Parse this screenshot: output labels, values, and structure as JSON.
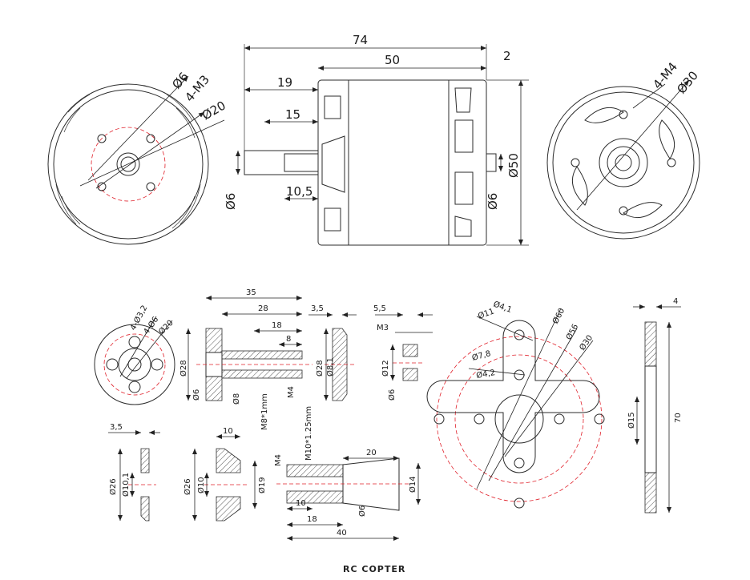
{
  "logo": {
    "text": "RC COPTER"
  },
  "colors": {
    "line": "#2b2b2b",
    "centerline": "#e0202a",
    "background": "#ffffff"
  },
  "views": {
    "front_left": {
      "d6": "Ø6",
      "m3": "4-M3",
      "d20": "Ø20"
    },
    "side": {
      "d74": "74",
      "d50": "50",
      "d2": "2",
      "d19": "19",
      "d15": "15",
      "d105": "10,5",
      "dshaft": "Ø6",
      "dshaft2": "Ø6",
      "ddia": "Ø50"
    },
    "rear_right": {
      "m4": "4-M4",
      "d30": "Ø30"
    }
  },
  "parts": {
    "adapter_front": {
      "a": "4-Ø3,2",
      "b": "4-Ø6",
      "c": "Ø20"
    },
    "adapter_section": {
      "d35": "35",
      "d28": "28",
      "d18": "18",
      "d8": "8",
      "od": "Ø28",
      "id": "Ø6",
      "d8b": "Ø8",
      "thread": "M8*1mm",
      "m4": "M4"
    },
    "washer_a": {
      "w": "3,5",
      "od": "Ø28",
      "id": "Ø8,1"
    },
    "collar": {
      "w": "5,5",
      "m3": "M3",
      "od": "Ø12",
      "id": "Ø6"
    },
    "cross_mount": {
      "a": "Ø4,1",
      "b": "Ø11",
      "c": "Ø60",
      "d": "Ø56",
      "e": "Ø30",
      "f": "Ø7,8",
      "g": "Ø4,2"
    },
    "cross_side": {
      "w": "4",
      "h": "70",
      "inner": "Ø15"
    },
    "washer_b": {
      "w": "3,5",
      "od": "Ø26",
      "id": "Ø10,1"
    },
    "cone": {
      "w": "10",
      "od": "Ø26",
      "id": "Ø10",
      "od2": "Ø19"
    },
    "long_adapter": {
      "m4": "M4",
      "thread": "M10*1.25mm",
      "d20": "20",
      "d14": "Ø14",
      "d10": "10",
      "d6": "Ø6",
      "d18": "18",
      "d40": "40"
    }
  }
}
